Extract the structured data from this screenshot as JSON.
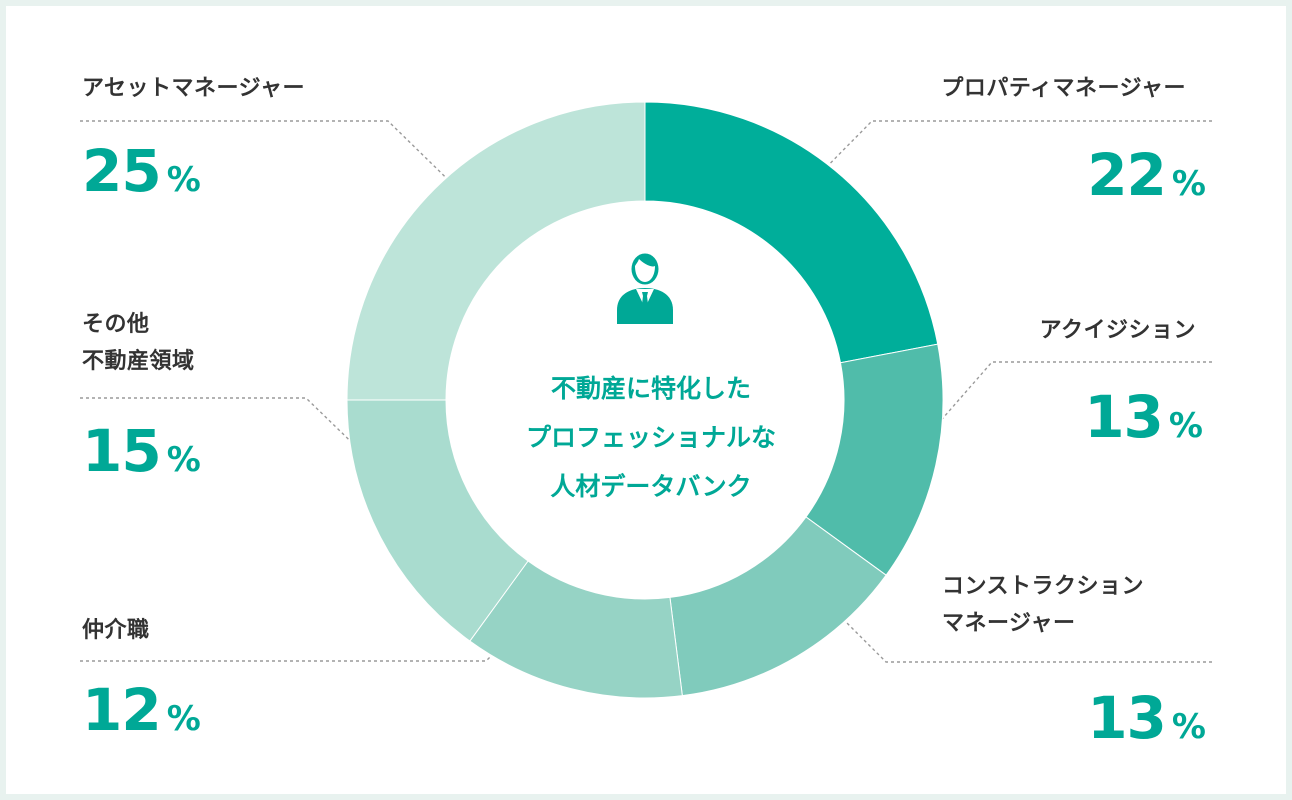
{
  "colors": {
    "accent": "#00a896",
    "label": "#333333",
    "segments": [
      "#00ae9a",
      "#50bcaa",
      "#80cbbc",
      "#96d3c5",
      "#a9dccf",
      "#bde4d9"
    ]
  },
  "center": {
    "icon": "businessman-icon",
    "text": "不動産に特化した\nプロフェッショナルな\n人材データバンク"
  },
  "chart_data": {
    "type": "pie",
    "donut": true,
    "categories": [
      "プロパティマネージャー",
      "アクイジション",
      "コンストラクション\nマネージャー",
      "仲介職",
      "その他\n不動産領域",
      "アセットマネージャー"
    ],
    "values": [
      22,
      13,
      13,
      12,
      15,
      25
    ],
    "unit": "%",
    "labels": [
      {
        "name": "プロパティマネージャー",
        "value": "22",
        "unit": "%"
      },
      {
        "name": "アクイジション",
        "value": "13",
        "unit": "%"
      },
      {
        "name": "コンストラクション\nマネージャー",
        "value": "13",
        "unit": "%"
      },
      {
        "name": "仲介職",
        "value": "12",
        "unit": "%"
      },
      {
        "name": "その他\n不動産領域",
        "value": "15",
        "unit": "%"
      },
      {
        "name": "アセットマネージャー",
        "value": "25",
        "unit": "%"
      }
    ]
  }
}
